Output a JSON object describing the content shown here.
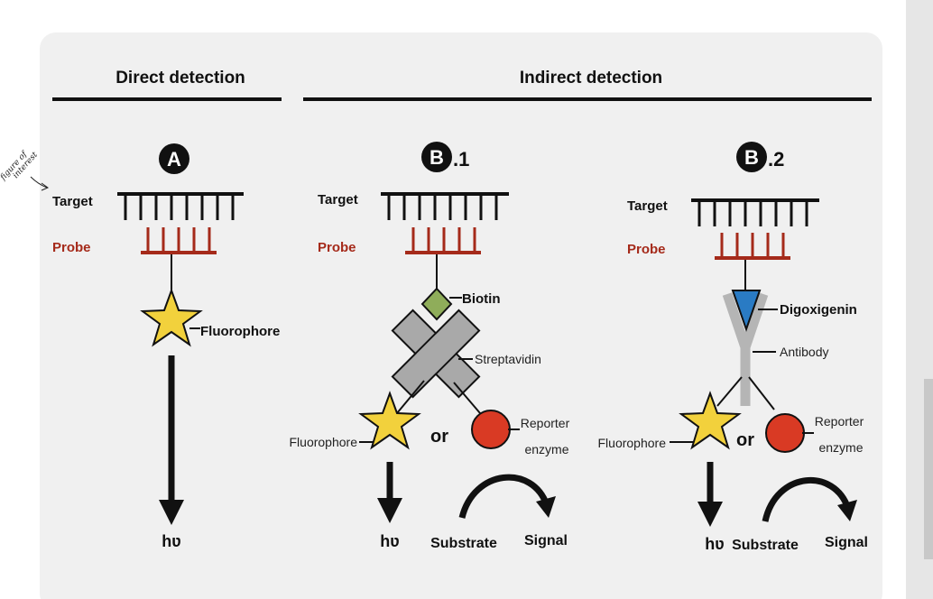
{
  "colors": {
    "panel_bg": "#f0f0f0",
    "probe_red": "#a52a1a",
    "fluorophore_yellow": "#f2d13c",
    "biotin_green": "#8fad5a",
    "streptavidin_gray": "#a9a9a9",
    "digoxigenin_blue": "#2a7bc4",
    "antibody_gray": "#b5b5b5",
    "enzyme_red": "#d93a24",
    "ink": "#111111"
  },
  "annotation": {
    "line1": "figure of",
    "line2": "interest"
  },
  "sections": {
    "direct": "Direct detection",
    "indirect": "Indirect detection"
  },
  "panels": {
    "a": {
      "badge": "A",
      "suffix": "",
      "target": "Target",
      "probe": "Probe",
      "fluorophore": "Fluorophore",
      "hv": "hʋ"
    },
    "b1": {
      "badge": "B",
      "suffix": ".1",
      "target": "Target",
      "probe": "Probe",
      "hapten": "Biotin",
      "binder": "Streptavidin",
      "fluorophore": "Fluorophore",
      "or": "or",
      "reporter_line1": "Reporter",
      "reporter_line2": "enzyme",
      "hv": "hʋ",
      "substrate": "Substrate",
      "signal": "Signal"
    },
    "b2": {
      "badge": "B",
      "suffix": ".2",
      "target": "Target",
      "probe": "Probe",
      "hapten": "Digoxigenin",
      "binder": "Antibody",
      "fluorophore": "Fluorophore",
      "or": "or",
      "reporter_line1": "Reporter",
      "reporter_line2": "enzyme",
      "hv": "hʋ",
      "substrate": "Substrate",
      "signal": "Signal"
    }
  }
}
